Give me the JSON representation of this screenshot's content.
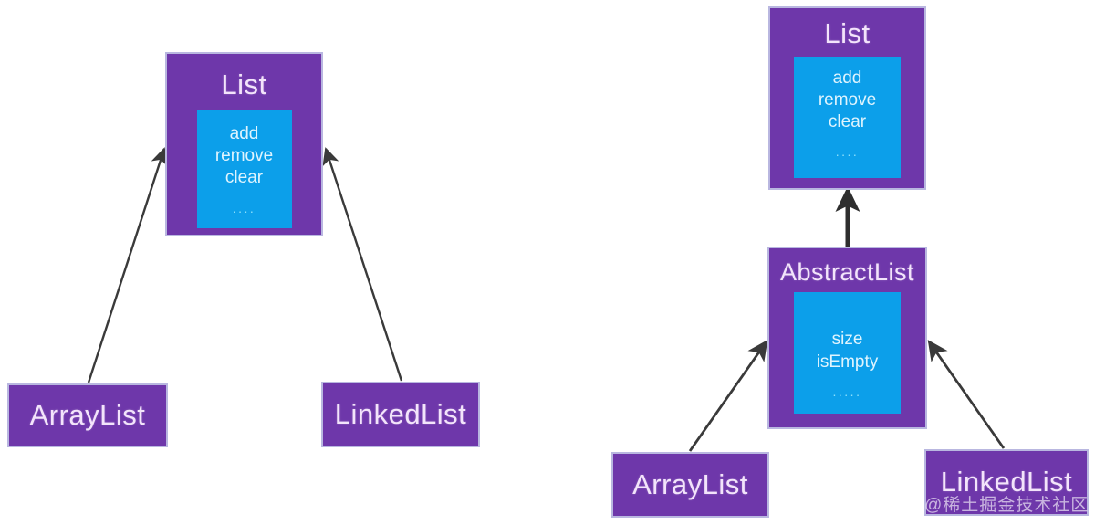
{
  "diagram": {
    "title_color": "#f3e4fb",
    "class_box_color": "#6E37AA",
    "member_box_color": "#0C9FEA",
    "arrow_color": "#3a3a3a",
    "background_color": "#ffffff",
    "left": {
      "name": "list-interface-hierarchy",
      "parent": {
        "title": "List",
        "members": [
          "add",
          "remove",
          "clear"
        ],
        "more": "...."
      },
      "children": [
        {
          "title": "ArrayList"
        },
        {
          "title": "LinkedList"
        }
      ]
    },
    "right": {
      "name": "abstractlist-hierarchy",
      "parent": {
        "title": "List",
        "members": [
          "add",
          "remove",
          "clear"
        ],
        "more": "...."
      },
      "middle": {
        "title": "AbstractList",
        "members": [
          "size",
          "isEmpty"
        ],
        "more": "....."
      },
      "children": [
        {
          "title": "ArrayList"
        },
        {
          "title": "LinkedList"
        }
      ]
    }
  },
  "watermark": {
    "text": "@稀土掘金技术社区"
  }
}
